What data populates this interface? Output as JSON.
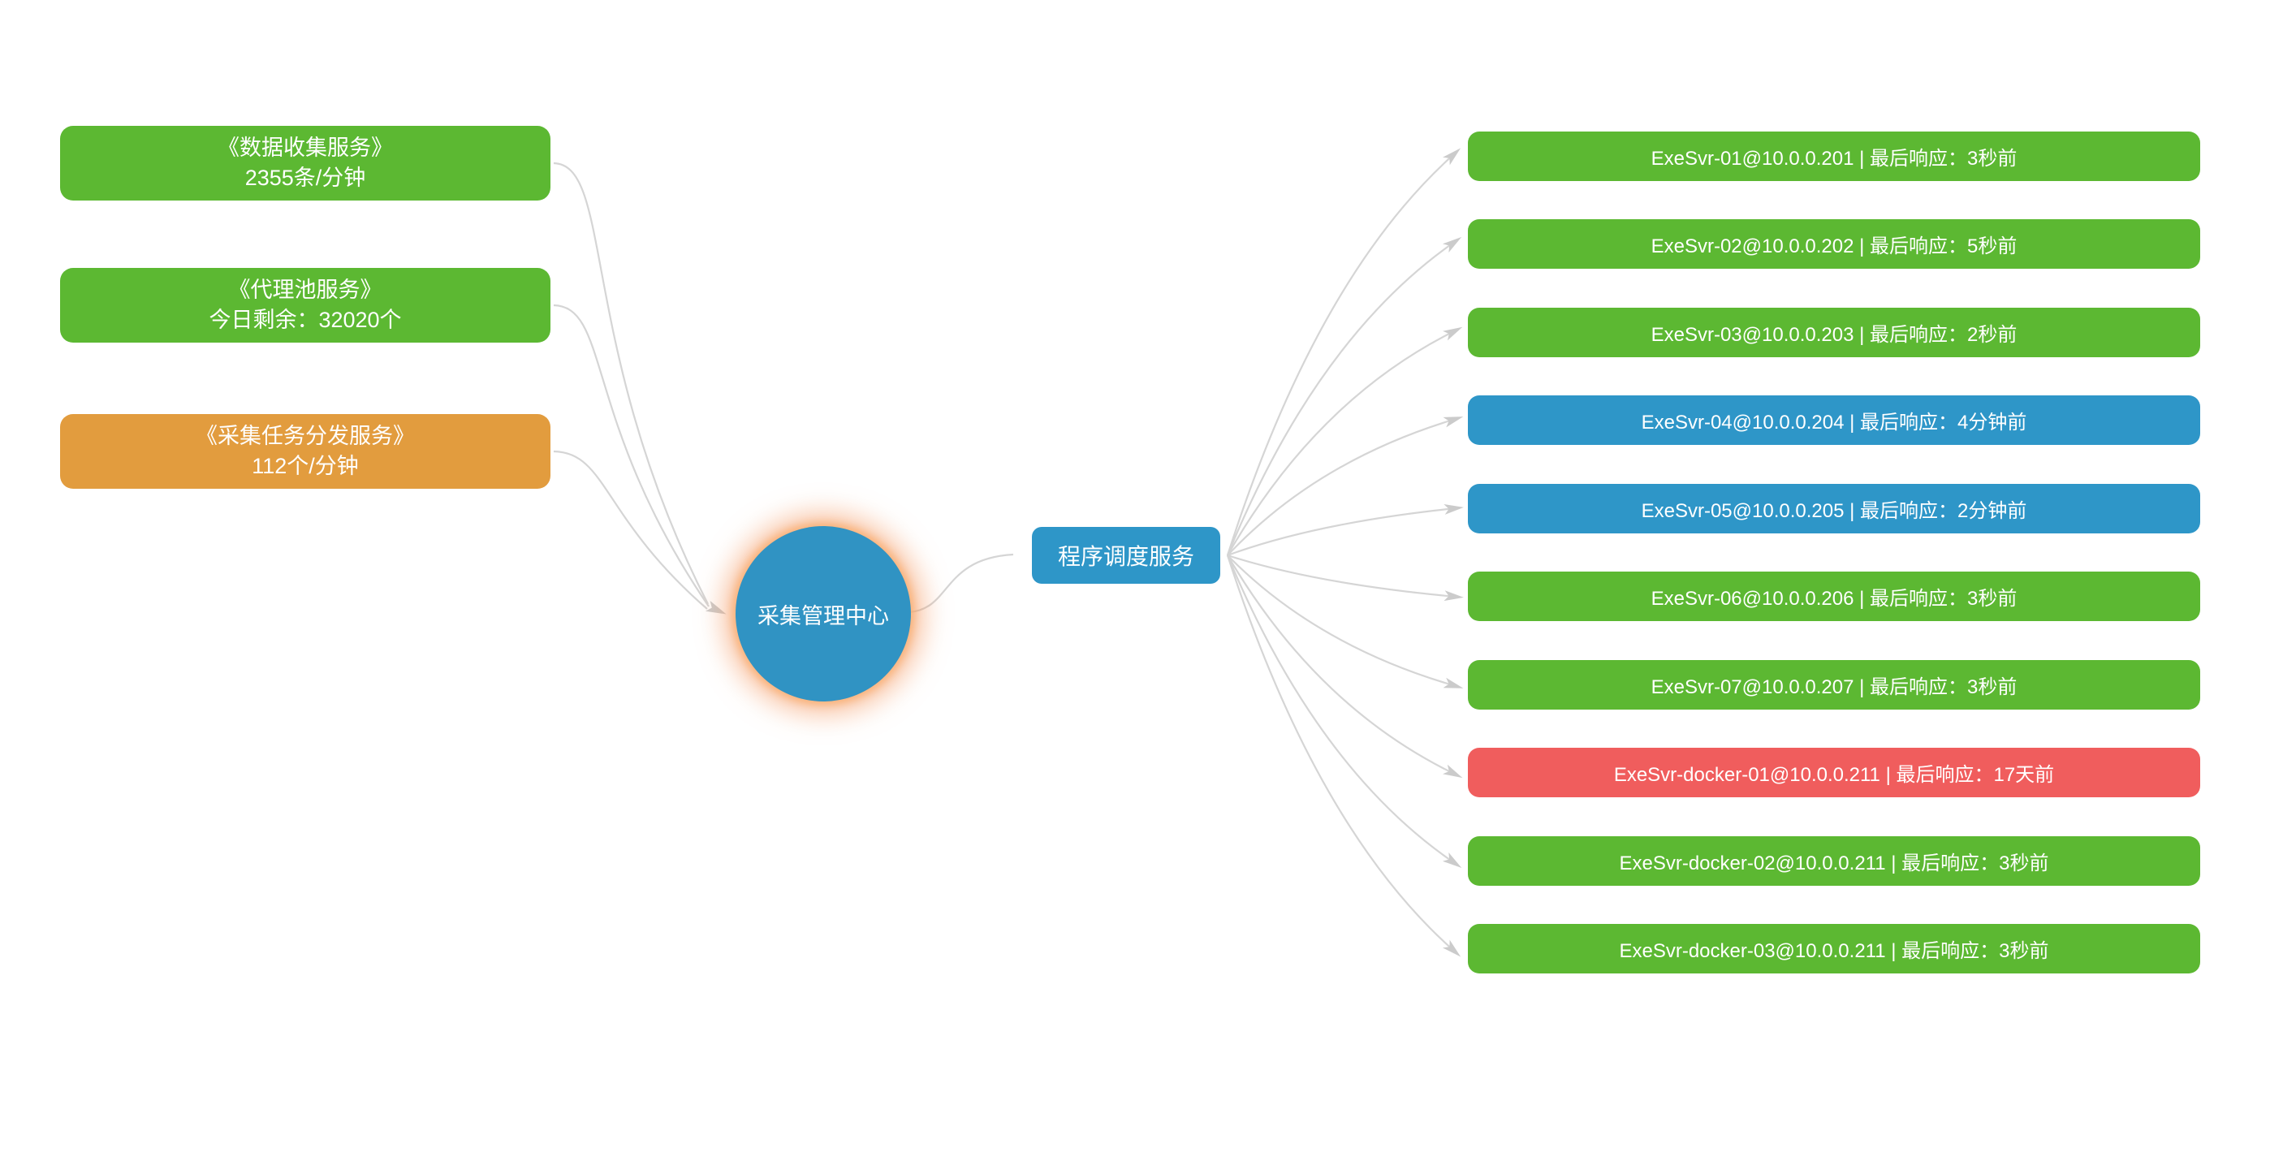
{
  "diagram": {
    "background": "#ffffff",
    "colors": {
      "healthy": "#5cb832",
      "warning": "#2e96c8",
      "error": "#f05d5d",
      "orange": "#e29c3e",
      "node_blue": "#2e96c8",
      "center_blue": "#3093c3",
      "edge": "#d5d5d5",
      "label_text": "#ffffff",
      "center_glow": "#f49058"
    },
    "left_nodes": [
      {
        "title": "《数据收集服务》",
        "metric": "2355条/分钟",
        "status": "healthy"
      },
      {
        "title": "《代理池服务》",
        "metric": "今日剩余：32020个",
        "status": "healthy"
      },
      {
        "title": "《采集任务分发服务》",
        "metric": "112个/分钟",
        "status": "orange"
      }
    ],
    "center_node": {
      "label": "采集管理中心"
    },
    "scheduler_node": {
      "label": "程序调度服务"
    },
    "server_nodes": [
      {
        "label": "ExeSvr-01@10.0.0.201 | 最后响应：3秒前",
        "status": "healthy"
      },
      {
        "label": "ExeSvr-02@10.0.0.202 | 最后响应：5秒前",
        "status": "healthy"
      },
      {
        "label": "ExeSvr-03@10.0.0.203 | 最后响应：2秒前",
        "status": "healthy"
      },
      {
        "label": "ExeSvr-04@10.0.0.204 | 最后响应：4分钟前",
        "status": "warning"
      },
      {
        "label": "ExeSvr-05@10.0.0.205 | 最后响应：2分钟前",
        "status": "warning"
      },
      {
        "label": "ExeSvr-06@10.0.0.206 | 最后响应：3秒前",
        "status": "healthy"
      },
      {
        "label": "ExeSvr-07@10.0.0.207 | 最后响应：3秒前",
        "status": "healthy"
      },
      {
        "label": "ExeSvr-docker-01@10.0.0.211 | 最后响应：17天前",
        "status": "error"
      },
      {
        "label": "ExeSvr-docker-02@10.0.0.211 | 最后响应：3秒前",
        "status": "healthy"
      },
      {
        "label": "ExeSvr-docker-03@10.0.0.211 | 最后响应：3秒前",
        "status": "healthy"
      }
    ]
  }
}
